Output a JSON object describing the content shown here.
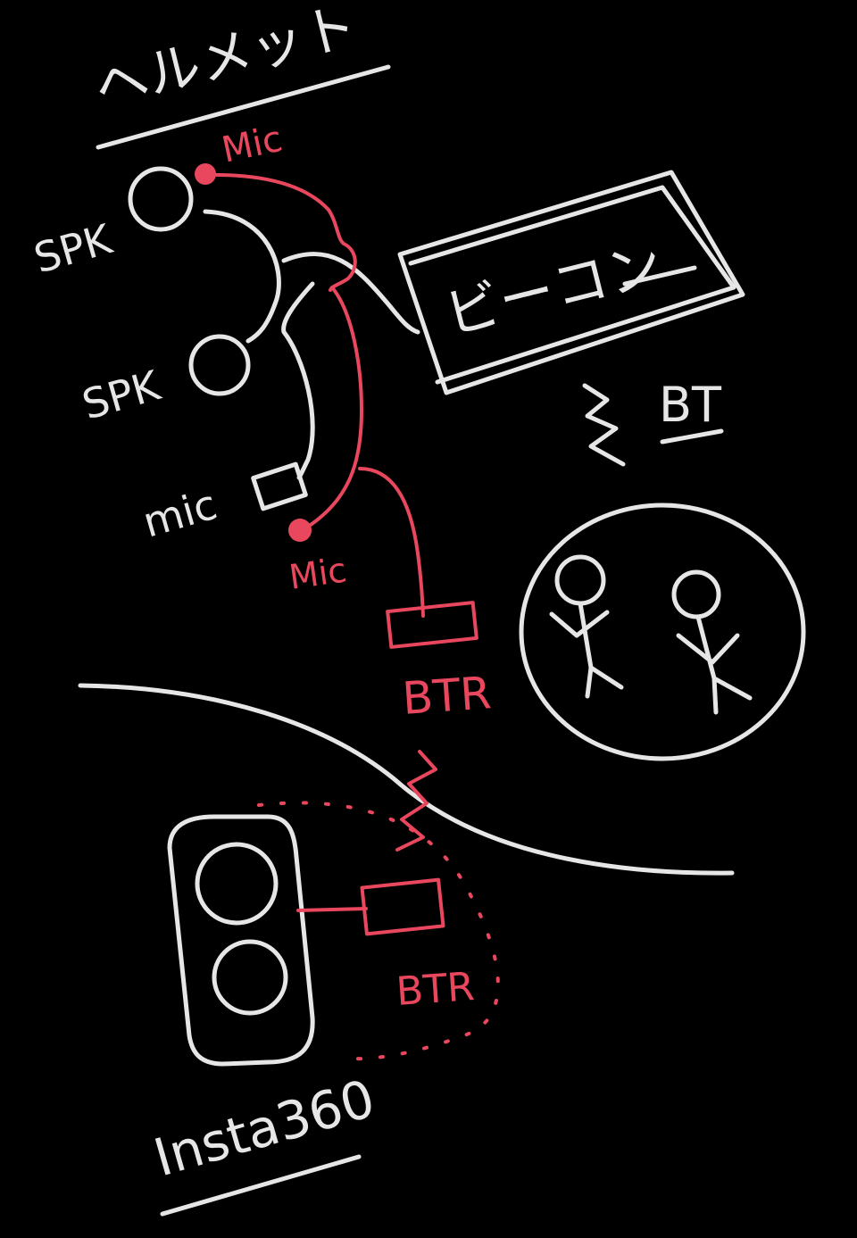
{
  "labels": {
    "helmet": "ヘルメット",
    "mic_top": "Mic",
    "spk_1": "SPK",
    "spk_2": "SPK",
    "mic_small": "mic",
    "mic_bottom": "Mic",
    "beacon": "ビーコン",
    "bt": "BT",
    "btr_top": "BTR",
    "btr_bottom": "BTR",
    "insta": "Insta360"
  },
  "colors": {
    "background": "#000000",
    "white_ink": "#e6e6e6",
    "red_ink": "#e8475e"
  }
}
